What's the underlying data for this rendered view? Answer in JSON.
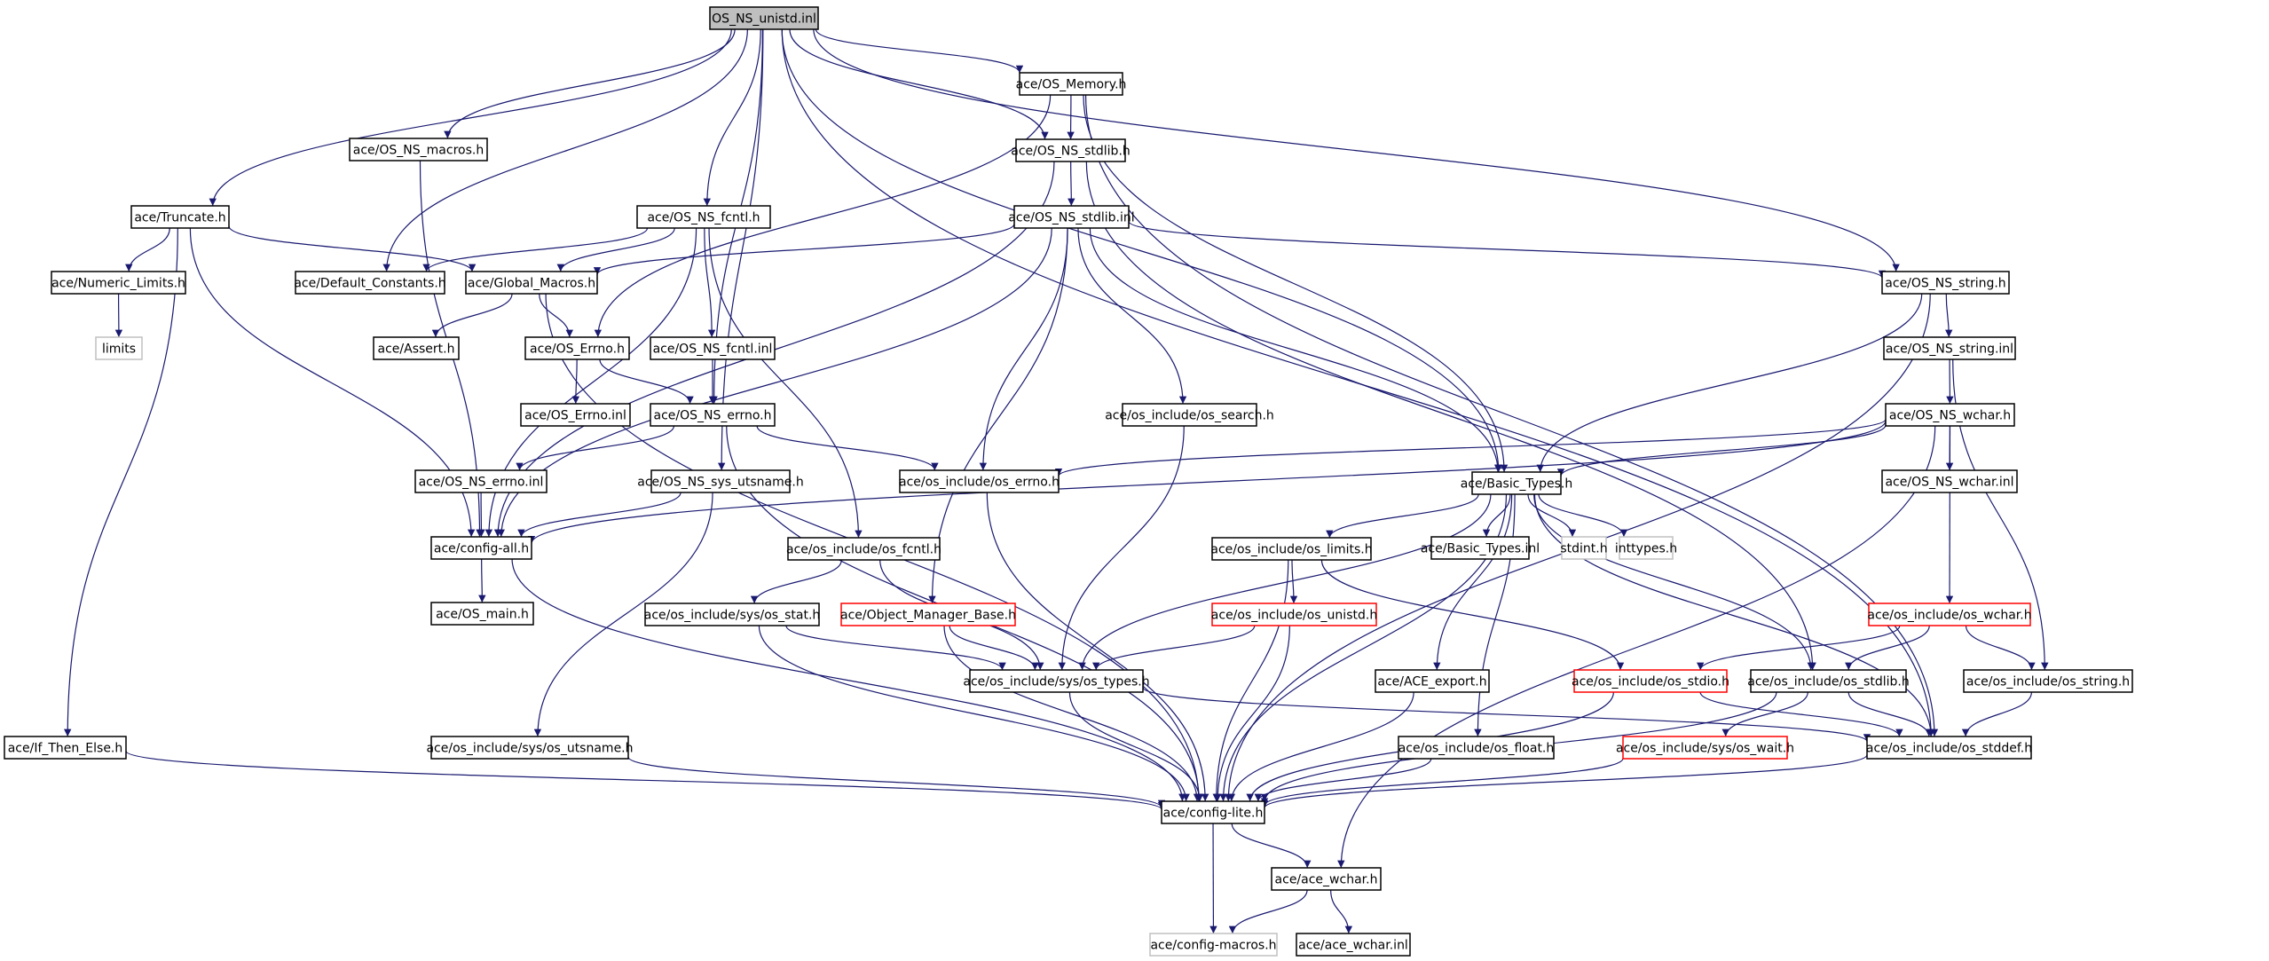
{
  "title": "OS_NS_unistd.inl",
  "colors": {
    "edge": "#191970",
    "root_fill": "#bfbfbf",
    "missing_border": "#c0c0c0",
    "undocumented_border": "#ff0000"
  },
  "nodes": [
    {
      "id": "root",
      "label": "OS_NS_unistd.inl",
      "kind": "root"
    },
    {
      "id": "os_memory",
      "label": "ace/OS_Memory.h",
      "kind": "normal"
    },
    {
      "id": "os_ns_macros",
      "label": "ace/OS_NS_macros.h",
      "kind": "normal"
    },
    {
      "id": "os_ns_stdlib_h",
      "label": "ace/OS_NS_stdlib.h",
      "kind": "normal"
    },
    {
      "id": "truncate",
      "label": "ace/Truncate.h",
      "kind": "normal"
    },
    {
      "id": "os_ns_fcntl_h",
      "label": "ace/OS_NS_fcntl.h",
      "kind": "normal"
    },
    {
      "id": "os_ns_stdlib_inl",
      "label": "ace/OS_NS_stdlib.inl",
      "kind": "normal"
    },
    {
      "id": "numeric_limits",
      "label": "ace/Numeric_Limits.h",
      "kind": "normal"
    },
    {
      "id": "default_constants",
      "label": "ace/Default_Constants.h",
      "kind": "normal"
    },
    {
      "id": "global_macros",
      "label": "ace/Global_Macros.h",
      "kind": "normal"
    },
    {
      "id": "os_ns_string_h",
      "label": "ace/OS_NS_string.h",
      "kind": "normal"
    },
    {
      "id": "limits",
      "label": "limits",
      "kind": "missing"
    },
    {
      "id": "assert",
      "label": "ace/Assert.h",
      "kind": "normal"
    },
    {
      "id": "os_errno_h",
      "label": "ace/OS_Errno.h",
      "kind": "normal"
    },
    {
      "id": "os_ns_fcntl_inl",
      "label": "ace/OS_NS_fcntl.inl",
      "kind": "normal"
    },
    {
      "id": "os_ns_string_inl",
      "label": "ace/OS_NS_string.inl",
      "kind": "normal"
    },
    {
      "id": "os_errno_inl",
      "label": "ace/OS_Errno.inl",
      "kind": "normal"
    },
    {
      "id": "os_ns_errno_h",
      "label": "ace/OS_NS_errno.h",
      "kind": "normal"
    },
    {
      "id": "os_search",
      "label": "ace/os_include/os_search.h",
      "kind": "normal"
    },
    {
      "id": "os_ns_wchar_h",
      "label": "ace/OS_NS_wchar.h",
      "kind": "normal"
    },
    {
      "id": "os_ns_errno_inl",
      "label": "ace/OS_NS_errno.inl",
      "kind": "normal"
    },
    {
      "id": "os_ns_sys_utsname",
      "label": "ace/OS_NS_sys_utsname.h",
      "kind": "normal"
    },
    {
      "id": "os_errno_inc",
      "label": "ace/os_include/os_errno.h",
      "kind": "normal"
    },
    {
      "id": "basic_types_h",
      "label": "ace/Basic_Types.h",
      "kind": "normal"
    },
    {
      "id": "os_ns_wchar_inl",
      "label": "ace/OS_NS_wchar.inl",
      "kind": "normal"
    },
    {
      "id": "config_all",
      "label": "ace/config-all.h",
      "kind": "normal"
    },
    {
      "id": "os_fcntl_inc",
      "label": "ace/os_include/os_fcntl.h",
      "kind": "normal"
    },
    {
      "id": "os_limits_inc",
      "label": "ace/os_include/os_limits.h",
      "kind": "normal"
    },
    {
      "id": "basic_types_inl",
      "label": "ace/Basic_Types.inl",
      "kind": "normal"
    },
    {
      "id": "stdint",
      "label": "stdint.h",
      "kind": "missing"
    },
    {
      "id": "inttypes",
      "label": "inttypes.h",
      "kind": "missing"
    },
    {
      "id": "os_main",
      "label": "ace/OS_main.h",
      "kind": "normal"
    },
    {
      "id": "os_stat_inc",
      "label": "ace/os_include/sys/os_stat.h",
      "kind": "normal"
    },
    {
      "id": "object_manager_base",
      "label": "ace/Object_Manager_Base.h",
      "kind": "undoc"
    },
    {
      "id": "os_unistd_inc",
      "label": "ace/os_include/os_unistd.h",
      "kind": "undoc"
    },
    {
      "id": "os_wchar_inc",
      "label": "ace/os_include/os_wchar.h",
      "kind": "undoc"
    },
    {
      "id": "os_types_inc",
      "label": "ace/os_include/sys/os_types.h",
      "kind": "normal"
    },
    {
      "id": "ace_export",
      "label": "ace/ACE_export.h",
      "kind": "normal"
    },
    {
      "id": "os_stdio_inc",
      "label": "ace/os_include/os_stdio.h",
      "kind": "undoc"
    },
    {
      "id": "os_stdlib_inc",
      "label": "ace/os_include/os_stdlib.h",
      "kind": "normal"
    },
    {
      "id": "os_string_inc",
      "label": "ace/os_include/os_string.h",
      "kind": "normal"
    },
    {
      "id": "if_then_else",
      "label": "ace/If_Then_Else.h",
      "kind": "normal"
    },
    {
      "id": "os_utsname_inc",
      "label": "ace/os_include/sys/os_utsname.h",
      "kind": "normal"
    },
    {
      "id": "os_float_inc",
      "label": "ace/os_include/os_float.h",
      "kind": "normal"
    },
    {
      "id": "os_wait_inc",
      "label": "ace/os_include/sys/os_wait.h",
      "kind": "undoc"
    },
    {
      "id": "os_stddef_inc",
      "label": "ace/os_include/os_stddef.h",
      "kind": "normal"
    },
    {
      "id": "config_lite",
      "label": "ace/config-lite.h",
      "kind": "normal"
    },
    {
      "id": "ace_wchar_h",
      "label": "ace/ace_wchar.h",
      "kind": "normal"
    },
    {
      "id": "config_macros",
      "label": "ace/config-macros.h",
      "kind": "missing"
    },
    {
      "id": "ace_wchar_inl",
      "label": "ace/ace_wchar.inl",
      "kind": "normal"
    }
  ],
  "edges": [
    [
      "root",
      "os_memory"
    ],
    [
      "root",
      "os_ns_macros"
    ],
    [
      "root",
      "truncate"
    ],
    [
      "root",
      "os_ns_fcntl_h"
    ],
    [
      "root",
      "default_constants"
    ],
    [
      "root",
      "os_ns_errno_h"
    ],
    [
      "root",
      "os_ns_sys_utsname"
    ],
    [
      "root",
      "os_ns_string_h"
    ],
    [
      "root",
      "os_ns_stdlib_h"
    ],
    [
      "root",
      "basic_types_h"
    ],
    [
      "root",
      "os_stddef_inc"
    ],
    [
      "os_memory",
      "os_ns_stdlib_h"
    ],
    [
      "os_memory",
      "os_errno_h"
    ],
    [
      "os_memory",
      "basic_types_h"
    ],
    [
      "os_memory",
      "os_stddef_inc"
    ],
    [
      "os_ns_macros",
      "config_all"
    ],
    [
      "os_ns_stdlib_h",
      "os_ns_stdlib_inl"
    ],
    [
      "os_ns_stdlib_h",
      "config_all"
    ],
    [
      "os_ns_stdlib_h",
      "os_stdlib_inc"
    ],
    [
      "truncate",
      "numeric_limits"
    ],
    [
      "truncate",
      "global_macros"
    ],
    [
      "truncate",
      "config_all"
    ],
    [
      "truncate",
      "if_then_else"
    ],
    [
      "os_ns_fcntl_h",
      "default_constants"
    ],
    [
      "os_ns_fcntl_h",
      "global_macros"
    ],
    [
      "os_ns_fcntl_h",
      "os_ns_fcntl_inl"
    ],
    [
      "os_ns_fcntl_h",
      "config_all"
    ],
    [
      "os_ns_fcntl_h",
      "os_fcntl_inc"
    ],
    [
      "os_ns_stdlib_inl",
      "global_macros"
    ],
    [
      "os_ns_stdlib_inl",
      "os_ns_string_h"
    ],
    [
      "os_ns_stdlib_inl",
      "os_search"
    ],
    [
      "os_ns_stdlib_inl",
      "os_errno_inc"
    ],
    [
      "os_ns_stdlib_inl",
      "basic_types_h"
    ],
    [
      "os_ns_stdlib_inl",
      "object_manager_base"
    ],
    [
      "os_ns_stdlib_inl",
      "config_all"
    ],
    [
      "numeric_limits",
      "limits"
    ],
    [
      "global_macros",
      "assert"
    ],
    [
      "global_macros",
      "os_errno_h"
    ],
    [
      "global_macros",
      "config_lite"
    ],
    [
      "os_ns_string_h",
      "os_ns_string_inl"
    ],
    [
      "os_ns_string_h",
      "basic_types_h"
    ],
    [
      "os_ns_string_h",
      "config_lite"
    ],
    [
      "os_errno_h",
      "os_errno_inl"
    ],
    [
      "os_errno_h",
      "os_ns_errno_h"
    ],
    [
      "os_ns_fcntl_inl",
      "os_ns_errno_h"
    ],
    [
      "os_ns_string_inl",
      "os_ns_wchar_h"
    ],
    [
      "os_ns_string_inl",
      "os_string_inc"
    ],
    [
      "os_ns_errno_h",
      "os_ns_errno_inl"
    ],
    [
      "os_ns_errno_h",
      "os_errno_inc"
    ],
    [
      "os_ns_errno_h",
      "config_lite"
    ],
    [
      "os_search",
      "os_types_inc"
    ],
    [
      "os_ns_wchar_h",
      "os_ns_wchar_inl"
    ],
    [
      "os_ns_wchar_h",
      "basic_types_h"
    ],
    [
      "os_ns_wchar_h",
      "os_errno_inc"
    ],
    [
      "os_ns_wchar_h",
      "config_all"
    ],
    [
      "os_ns_wchar_h",
      "os_wchar_inc"
    ],
    [
      "os_ns_wchar_h",
      "ace_wchar_h"
    ],
    [
      "os_ns_errno_inl",
      "config_all"
    ],
    [
      "os_ns_sys_utsname",
      "config_all"
    ],
    [
      "os_ns_sys_utsname",
      "os_utsname_inc"
    ],
    [
      "os_errno_inc",
      "config_lite"
    ],
    [
      "basic_types_h",
      "basic_types_inl"
    ],
    [
      "basic_types_h",
      "stdint"
    ],
    [
      "basic_types_h",
      "inttypes"
    ],
    [
      "basic_types_h",
      "os_limits_inc"
    ],
    [
      "basic_types_h",
      "os_types_inc"
    ],
    [
      "basic_types_h",
      "ace_export"
    ],
    [
      "basic_types_h",
      "os_float_inc"
    ],
    [
      "basic_types_h",
      "os_stdlib_inc"
    ],
    [
      "basic_types_h",
      "os_stddef_inc"
    ],
    [
      "basic_types_h",
      "config_lite"
    ],
    [
      "config_all",
      "os_main"
    ],
    [
      "config_all",
      "config_lite"
    ],
    [
      "os_fcntl_inc",
      "os_stat_inc"
    ],
    [
      "os_fcntl_inc",
      "os_types_inc"
    ],
    [
      "os_limits_inc",
      "os_unistd_inc"
    ],
    [
      "os_limits_inc",
      "os_stdio_inc"
    ],
    [
      "os_limits_inc",
      "config_lite"
    ],
    [
      "os_stat_inc",
      "os_types_inc"
    ],
    [
      "os_stat_inc",
      "config_lite"
    ],
    [
      "object_manager_base",
      "os_types_inc"
    ],
    [
      "object_manager_base",
      "config_lite"
    ],
    [
      "os_unistd_inc",
      "os_types_inc"
    ],
    [
      "os_unistd_inc",
      "config_lite"
    ],
    [
      "os_wchar_inc",
      "os_stdio_inc"
    ],
    [
      "os_wchar_inc",
      "os_stdlib_inc"
    ],
    [
      "os_wchar_inc",
      "os_string_inc"
    ],
    [
      "os_types_inc",
      "os_stddef_inc"
    ],
    [
      "os_types_inc",
      "config_lite"
    ],
    [
      "ace_export",
      "config_lite"
    ],
    [
      "os_stdio_inc",
      "os_stddef_inc"
    ],
    [
      "os_stdio_inc",
      "config_lite"
    ],
    [
      "os_stdlib_inc",
      "os_wait_inc"
    ],
    [
      "os_stdlib_inc",
      "os_stddef_inc"
    ],
    [
      "os_stdlib_inc",
      "config_lite"
    ],
    [
      "os_string_inc",
      "os_stddef_inc"
    ],
    [
      "if_then_else",
      "config_lite"
    ],
    [
      "os_utsname_inc",
      "config_lite"
    ],
    [
      "os_float_inc",
      "config_lite"
    ],
    [
      "os_wait_inc",
      "config_lite"
    ],
    [
      "os_stddef_inc",
      "config_lite"
    ],
    [
      "config_lite",
      "ace_wchar_h"
    ],
    [
      "config_lite",
      "config_macros"
    ],
    [
      "ace_wchar_h",
      "config_macros"
    ],
    [
      "ace_wchar_h",
      "ace_wchar_inl"
    ]
  ]
}
